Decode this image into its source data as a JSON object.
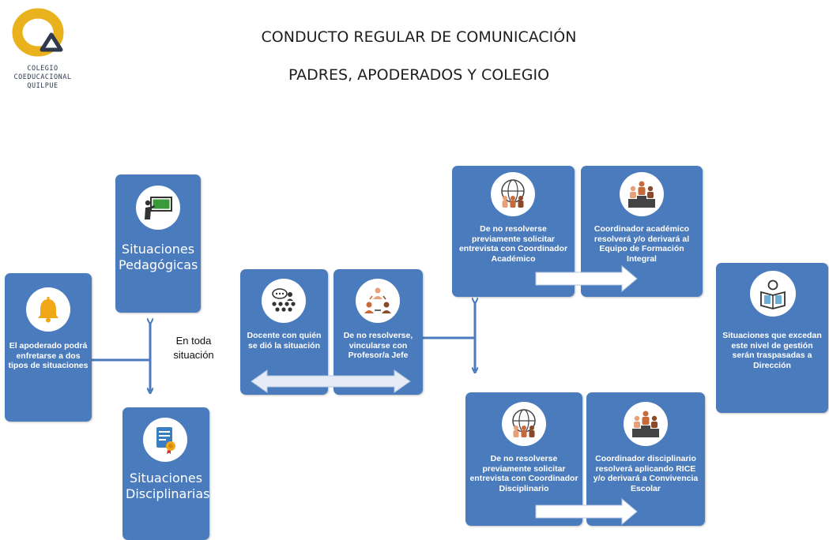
{
  "logo": {
    "lines": [
      "COLEGIO",
      "COEDUCACIONAL",
      "QUILPUE"
    ]
  },
  "header": {
    "title_line1": "CONDUCTO REGULAR DE COMUNICACIÓN",
    "title_line2": "PADRES, APODERADOS Y COLEGIO"
  },
  "boxes": {
    "apoderado": "El apoderado podrá enfretarse a dos tipos de situaciones",
    "pedagogicas": "Situaciones Pedagógicas",
    "disciplinarias": "Situaciones Disciplinarias",
    "docente": "Docente con quién se dió la situación",
    "profesor_jefe": "De no resolverse, vincularse con Profesor/a Jefe",
    "coord_academico": "De no resolverse previamente solicitar entrevista con Coordinador Académico",
    "equipo_formacion": "Coordinador académico resolverá y/o derivará al Equipo de Formación Integral",
    "coord_disciplinario": "De no resolverse previamente solicitar entrevista con Coordinador Disciplinario",
    "convivencia": "Coordinador disciplinario resolverá aplicando RICE y/o derivará a Convivencia Escolar",
    "direccion": "Situaciones que excedan este nivel de gestión serán traspasadas a Dirección"
  },
  "label_en_toda_situacion": "En toda situación",
  "colors": {
    "box": "#4a7bbd",
    "arrow": "#4a7bbd",
    "logo_gold": "#e9b21c",
    "logo_navy": "#2f3a4c"
  },
  "icons": [
    "teacher-board-icon",
    "bell-icon",
    "certificate-icon",
    "group-chat-icon",
    "people-cycle-icon",
    "globe-people-icon",
    "podium-people-icon",
    "reader-icon"
  ]
}
